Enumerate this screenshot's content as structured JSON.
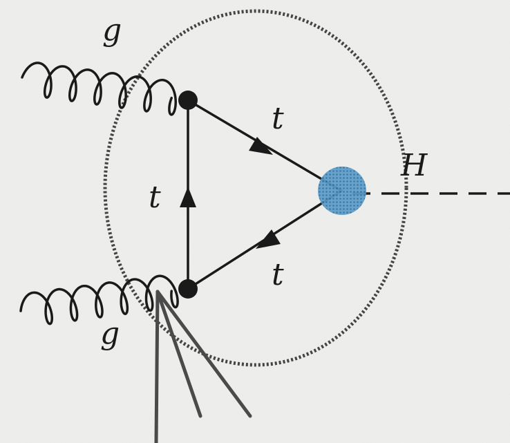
{
  "labels": {
    "gluon_top": "g",
    "gluon_bottom": "g",
    "top_upper": "t",
    "top_left": "t",
    "top_lower": "t",
    "higgs": "H"
  },
  "colors": {
    "background": "#efefed",
    "line": "#1a1a1a",
    "blob": "#4f93c4",
    "blob_dark": "#2d6f9c",
    "ellipse": "#444444",
    "jets": "#4a4a4a"
  }
}
